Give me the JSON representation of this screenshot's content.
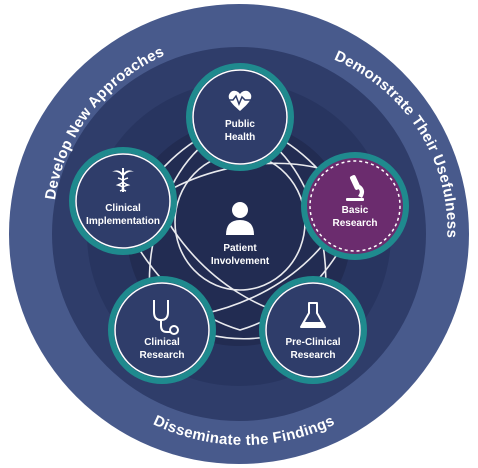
{
  "outer_ring": {
    "top_left": "Develop New Approaches",
    "top_right": "Demonstrate Their Usefulness",
    "bottom": "Disseminate the Findings"
  },
  "center": {
    "line1": "Patient",
    "line2": "Involvement",
    "icon": "person-icon"
  },
  "nodes": {
    "public_health": {
      "line1": "Public",
      "line2": "Health",
      "icon": "heart-pulse-icon"
    },
    "basic_research": {
      "line1": "Basic",
      "line2": "Research",
      "icon": "microscope-icon"
    },
    "pre_clinical": {
      "line1": "Pre-Clinical",
      "line2": "Research",
      "icon": "flask-icon"
    },
    "clinical_research": {
      "line1": "Clinical",
      "line2": "Research",
      "icon": "stethoscope-icon"
    },
    "clinical_implementation": {
      "line1": "Clinical",
      "line2": "Implementation",
      "icon": "caduceus-icon"
    }
  },
  "colors": {
    "outer_ring": "#485a8c",
    "mid_ring": "#2f3d6a",
    "inner_ring": "#283560",
    "core": "#222c52",
    "node_fill": "#2f3d6a",
    "node_border": "#1f8a8e",
    "highlight_fill": "#6b2c6e",
    "lines": "#ffffff"
  }
}
